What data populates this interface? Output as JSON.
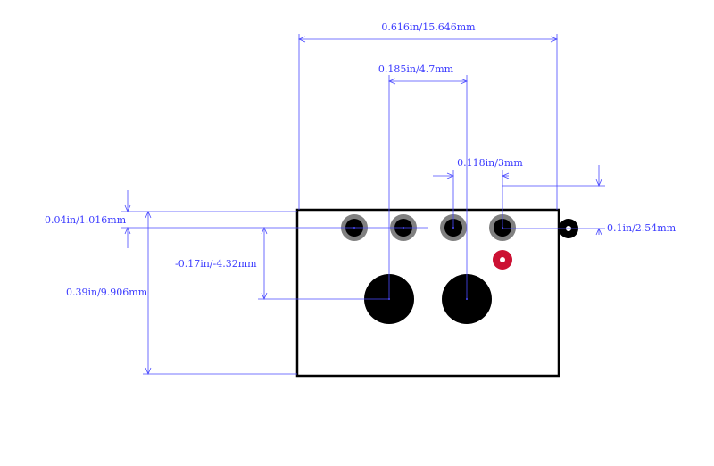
{
  "dimensions": {
    "overall_width": "0.616in/15.646mm",
    "pin_row_spacing": "0.185in/4.7mm",
    "pad_offset": "0.118in/3mm",
    "top_edge_offset": "0.04in/1.016mm",
    "pin_vertical_offset": "-0.17in/-4.32mm",
    "body_height": "0.39in/9.906mm",
    "pin_pitch": "0.1in/2.54mm"
  },
  "colors": {
    "dimension": "#4a4aff",
    "outline": "#000000",
    "pad_ring": "#808080",
    "pad_hole": "#000000",
    "pin1_marker": "#cc1133",
    "body_fill": "#f3eeee"
  }
}
